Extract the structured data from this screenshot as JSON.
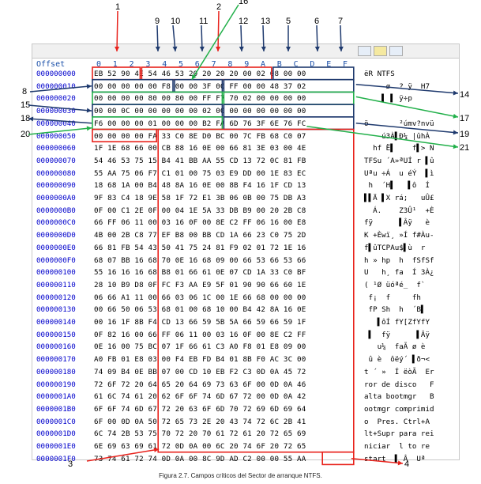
{
  "header": {
    "offset_label": "Offset",
    "columns": [
      "0",
      "1",
      "2",
      "3",
      "4",
      "5",
      "6",
      "7",
      "8",
      "9",
      "A",
      "B",
      "C",
      "D",
      "E",
      "F"
    ]
  },
  "rows": [
    {
      "offset": "000000000",
      "hex": "EB 52 90 4E 54 46 53 20 20 20 20 00 02 08 00 00",
      "ascii": "ëR NTFS"
    },
    {
      "offset": "000000010",
      "hex": "00 00 00 00 00 F8 00 00 3F 00 FF 00 00 48 37 02",
      "ascii": "     ø  ? ÿ  H7"
    },
    {
      "offset": "000000020",
      "hex": "00 00 00 00 80 00 80 00 FF F7 70 02 00 00 00 00",
      "ascii": "    ▌ ▌ ÿ÷p"
    },
    {
      "offset": "000000030",
      "hex": "00 00 0C 00 00 00 00 00 02 00 00 00 00 00 00 00",
      "ascii": ""
    },
    {
      "offset": "000000040",
      "hex": "F6 00 00 00 01 00 00 00 B2 FA 6D 76 3F 6E 76 FC",
      "ascii": "ö       ²úmv?nvü"
    },
    {
      "offset": "000000050",
      "hex": "00 00 00 00 FA 33 C0 8E D0 BC 00 7C FB 68 C0 07",
      "ascii": "    ú3À▌Ð¼ |ûhÀ"
    },
    {
      "offset": "000000060",
      "hex": "1F 1E 68 66 00 CB 88 16 0E 00 66 81 3E 03 00 4E",
      "ascii": "  hf Ë▌    f▌> N"
    },
    {
      "offset": "000000070",
      "hex": "54 46 53 75 15 B4 41 BB AA 55 CD 13 72 0C 81 FB",
      "ascii": "TFSu ´A»ªUÍ r ▌û"
    },
    {
      "offset": "000000080",
      "hex": "55 AA 75 06 F7 C1 01 00 75 03 E9 DD 00 1E 83 EC",
      "ascii": "Uªu ÷Á  u éÝ  ▌ì"
    },
    {
      "offset": "000000090",
      "hex": "18 68 1A 00 B4 48 8A 16 0E 00 8B F4 16 1F CD 13",
      "ascii": " h  ´H▌   ▌ô  Í"
    },
    {
      "offset": "0000000A0",
      "hex": "9F 83 C4 18 9E 58 1F 72 E1 3B 06 0B 00 75 DB A3",
      "ascii": "▌▌Ä ▌X rá;   uÛ£"
    },
    {
      "offset": "0000000B0",
      "hex": "0F 00 C1 2E 0F 00 04 1E 5A 33 DB B9 00 20 2B C8",
      "ascii": "  Á.    Z3Û¹  +È"
    },
    {
      "offset": "0000000C0",
      "hex": "66 FF 06 11 00 03 16 0F 00 8E C2 FF 06 16 00 E8",
      "ascii": "fÿ      ▌Âÿ   è"
    },
    {
      "offset": "0000000D0",
      "hex": "4B 00 2B C8 77 EF B8 00 BB CD 1A 66 23 C0 75 2D",
      "ascii": "K +Èwï¸ »Í f#Àu-"
    },
    {
      "offset": "0000000E0",
      "hex": "66 81 FB 54 43 50 41 75 24 81 F9 02 01 72 1E 16",
      "ascii": "f▌ûTCPAu$▌ù  r"
    },
    {
      "offset": "0000000F0",
      "hex": "68 07 BB 16 68 70 0E 16 68 09 00 66 53 66 53 66",
      "ascii": "h » hp  h  fSfSf"
    },
    {
      "offset": "000000100",
      "hex": "55 16 16 16 68 B8 01 66 61 0E 07 CD 1A 33 C0 BF",
      "ascii": "U   h¸ fa  Í 3À¿"
    },
    {
      "offset": "000000110",
      "hex": "28 10 B9 D8 0F FC F3 AA E9 5F 01 90 90 66 60 1E",
      "ascii": "( ¹Ø üóªé_  f`"
    },
    {
      "offset": "000000120",
      "hex": "06 66 A1 11 00 66 03 06 1C 00 1E 66 68 00 00 00",
      "ascii": " f¡  f     fh"
    },
    {
      "offset": "000000130",
      "hex": "00 66 50 06 53 68 01 00 68 10 00 B4 42 8A 16 0E",
      "ascii": " fP Sh  h  ´B▌"
    },
    {
      "offset": "000000140",
      "hex": "00 16 1F 8B F4 CD 13 66 59 5B 5A 66 59 66 59 1F",
      "ascii": "   ▌ôÍ fY[ZfYfY"
    },
    {
      "offset": "000000150",
      "hex": "0F 82 16 00 66 FF 06 11 00 03 16 0F 00 8E C2 FF",
      "ascii": " ▌  fÿ      ▌Âÿ"
    },
    {
      "offset": "000000160",
      "hex": "0E 16 00 75 BC 07 1F 66 61 C3 A0 F8 01 E8 09 00",
      "ascii": "   u¼  faÃ ø è"
    },
    {
      "offset": "000000170",
      "hex": "A0 FB 01 E8 03 00 F4 EB FD B4 01 8B F0 AC 3C 00",
      "ascii": " û è  ôëý´ ▌ð¬<"
    },
    {
      "offset": "000000180",
      "hex": "74 09 B4 0E BB 07 00 CD 10 EB F2 C3 0D 0A 45 72",
      "ascii": "t ´ »  Í ëòÃ  Er"
    },
    {
      "offset": "000000190",
      "hex": "72 6F 72 20 64 65 20 64 69 73 63 6F 00 0D 0A 46",
      "ascii": "ror de disco   F"
    },
    {
      "offset": "0000001A0",
      "hex": "61 6C 74 61 20 62 6F 6F 74 6D 67 72 00 0D 0A 42",
      "ascii": "alta bootmgr   B"
    },
    {
      "offset": "0000001B0",
      "hex": "6F 6F 74 6D 67 72 20 63 6F 6D 70 72 69 6D 69 64",
      "ascii": "ootmgr comprimid"
    },
    {
      "offset": "0000001C0",
      "hex": "6F 00 0D 0A 50 72 65 73 2E 20 43 74 72 6C 2B 41",
      "ascii": "o  Pres. Ctrl+A"
    },
    {
      "offset": "0000001D0",
      "hex": "6C 74 2B 53 75 70 72 20 70 61 72 61 20 72 65 69",
      "ascii": "lt+Supr para rei"
    },
    {
      "offset": "0000001E0",
      "hex": "6E 69 63 69 61 72 0D 0A 00 6C 20 74 6F 20 72 65",
      "ascii": "niciar  l to re"
    },
    {
      "offset": "0000001F0",
      "hex": "73 74 61 72 74 0D 0A 00 8C 9D AD C2 00 00 55 AA",
      "ascii": "start  ▌ ­Â  Uª"
    }
  ],
  "callouts": [
    "1",
    "2",
    "3",
    "4",
    "5",
    "6",
    "7",
    "8",
    "9",
    "10",
    "11",
    "12",
    "13",
    "14",
    "15",
    "16",
    "17",
    "18",
    "19",
    "20",
    "21"
  ],
  "caption": "Figura 2.7. Campos críticos del Sector de arranque NTFS.",
  "colors": {
    "red": "#e8221c",
    "navy": "#1f3a6e",
    "green": "#22b04a",
    "offset_blue": "#0000cc"
  }
}
